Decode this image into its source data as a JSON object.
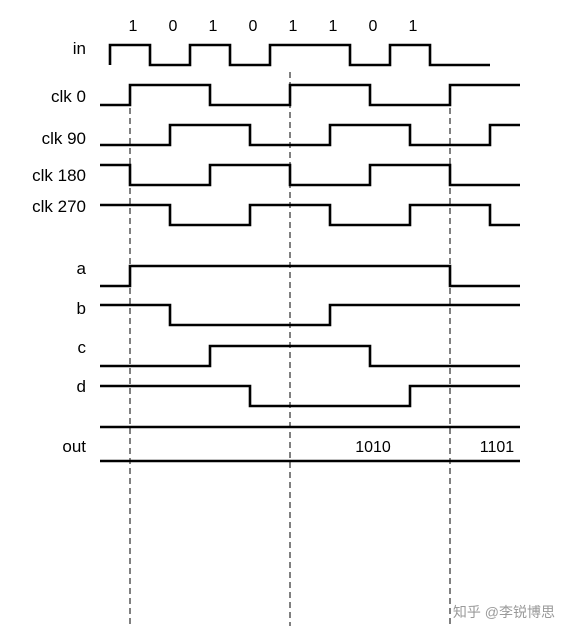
{
  "bits": [
    "1",
    "0",
    "1",
    "0",
    "1",
    "1",
    "0",
    "1"
  ],
  "signals": [
    {
      "id": "in",
      "label": "in"
    },
    {
      "id": "clk0",
      "label": "clk 0"
    },
    {
      "id": "clk90",
      "label": "clk 90"
    },
    {
      "id": "clk180",
      "label": "clk 180"
    },
    {
      "id": "clk270",
      "label": "clk 270"
    },
    {
      "id": "a",
      "label": "a"
    },
    {
      "id": "b",
      "label": "b"
    },
    {
      "id": "c",
      "label": "c"
    },
    {
      "id": "d",
      "label": "d"
    }
  ],
  "out": {
    "label": "out",
    "values": [
      "1010",
      "1101"
    ]
  },
  "watermark": "知乎 @李锐博思"
}
